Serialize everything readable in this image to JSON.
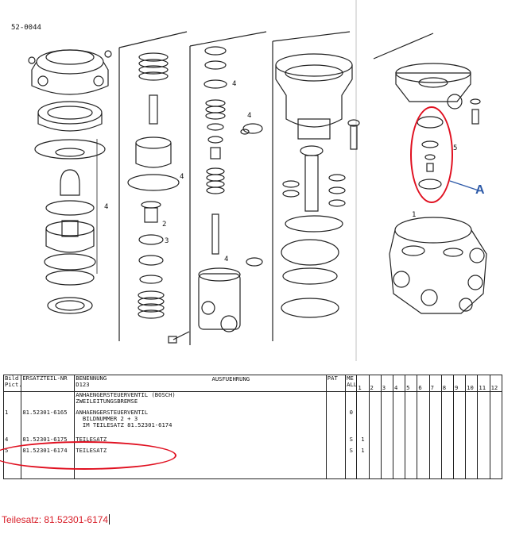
{
  "doc_number": "52-0044",
  "callout_label": "A",
  "item_numbers": {
    "n1": "1",
    "n2": "2",
    "n3": "3",
    "n4a": "4",
    "n4b": "4",
    "n4c": "4",
    "n4d": "4",
    "n4e": "4",
    "n5": "5"
  },
  "table": {
    "headers": {
      "bild": "Bild\nPict.",
      "ersatzteil": "ERSATZTEIL-NR",
      "benennung": "BENENNUNG\nD123",
      "ausfuehrung": "AUSFUEHRUNG",
      "pat": "PAT",
      "me": "ME\nALL",
      "cols": [
        "1",
        "2",
        "3",
        "4",
        "5",
        "6",
        "7",
        "8",
        "9",
        "10",
        "11",
        "12"
      ]
    },
    "rows": [
      {
        "bild": "",
        "part": "",
        "name": "ANHAENGERSTEUERVENTIL (BOSCH)\nZWEILEITUNGSBREMSE",
        "pat": "",
        "me": "",
        "q": ""
      },
      {
        "bild": "1",
        "part": "81.52301-6165",
        "name": "ANHAENGERSTEUERVENTIL\n  BILDNUMMER 2 + 3\n  IM TEILESATZ 81.52301-6174",
        "pat": "",
        "me": "0",
        "q": ""
      },
      {
        "bild": "4",
        "part": "81.52301-6175",
        "name": "TEILESATZ",
        "pat": "",
        "me": "S",
        "q": "1"
      },
      {
        "bild": "5",
        "part": "81.52301-6174",
        "name": "TEILESATZ",
        "pat": "",
        "me": "S",
        "q": "1"
      },
      {
        "bild": "",
        "part": "",
        "name": "",
        "pat": "",
        "me": "",
        "q": ""
      }
    ]
  },
  "note": "Teilesatz: 81.52301-6174",
  "colors": {
    "highlight": "#e01020",
    "callout": "#2d5aa8",
    "note": "#d8202a"
  }
}
